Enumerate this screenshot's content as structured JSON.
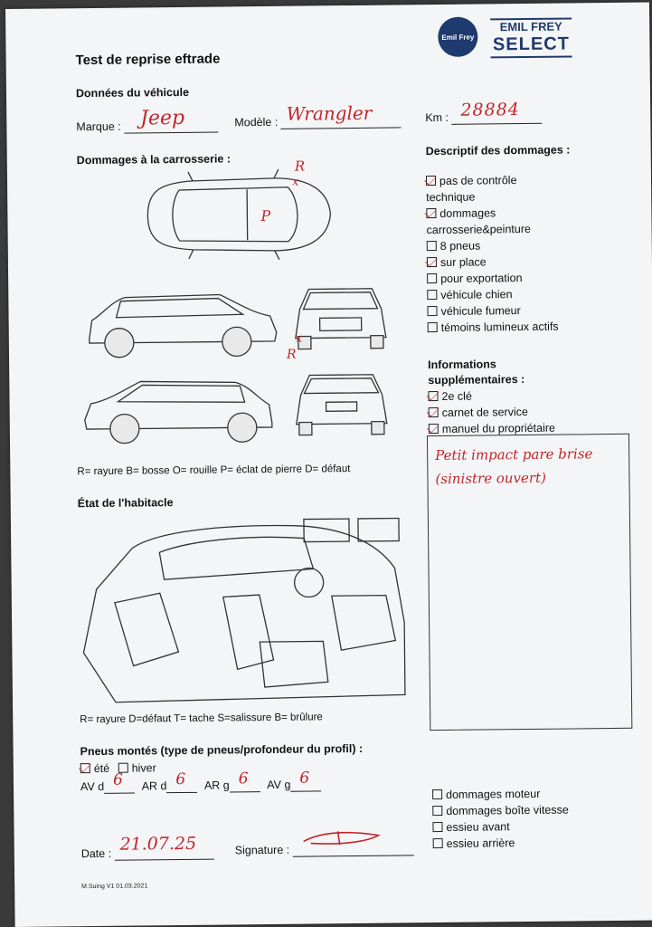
{
  "title": "Test de reprise eftrade",
  "logo": {
    "gear_text": "Emil Frey",
    "brand_line1": "EMIL FREY",
    "brand_line2": "SELECT"
  },
  "vehicle": {
    "section": "Données du véhicule",
    "brand_label": "Marque :",
    "brand_value": "Jeep",
    "model_label": "Modèle :",
    "model_value": "Wrangler",
    "km_label": "Km :",
    "km_value": "28884"
  },
  "body_damage": {
    "section": "Dommages à la carrosserie :",
    "mark_r": "R",
    "mark_p": "P",
    "mark_x": "x",
    "legend": "R= rayure B= bosse O= rouille P= éclat de pierre D= défaut"
  },
  "damage_desc": {
    "section": "Descriptif des dommages :",
    "items": [
      {
        "label": "pas de contrôle",
        "checked": true
      },
      {
        "label": "technique",
        "checked": false,
        "continuation": true
      },
      {
        "label": "dommages",
        "checked": true
      },
      {
        "label": "carrosserie&peinture",
        "checked": false,
        "continuation": true
      },
      {
        "label": "8 pneus",
        "checked": false
      },
      {
        "label": "sur place",
        "checked": true
      },
      {
        "label": "pour exportation",
        "checked": false
      },
      {
        "label": "véhicule chien",
        "checked": false
      },
      {
        "label": "véhicule fumeur",
        "checked": false
      },
      {
        "label": "témoins lumineux actifs",
        "checked": false
      }
    ]
  },
  "extra_info": {
    "section_line1": "Informations",
    "section_line2": "supplémentaires :",
    "items": [
      {
        "label": "2e clé",
        "checked": true
      },
      {
        "label": "carnet de service",
        "checked": true
      },
      {
        "label": "manuel du propriétaire",
        "checked": true
      }
    ],
    "note_line1": "Petit impact pare brise",
    "note_line2": "(sinistre ouvert)"
  },
  "interior": {
    "section": "État de l'habitacle",
    "legend": "R= rayure D=défaut T= tache S=salissure B= brûlure"
  },
  "tires": {
    "section": "Pneus montés (type de pneus/profondeur du profil) :",
    "summer_label": "été",
    "summer_checked": true,
    "winter_label": "hiver",
    "winter_checked": false,
    "av_d_label": "AV d",
    "av_d_value": "6",
    "ar_d_label": "AR d",
    "ar_d_value": "6",
    "ar_g_label": "AR g",
    "ar_g_value": "6",
    "av_g_label": "AV g",
    "av_g_value": "6"
  },
  "mech": {
    "items": [
      {
        "label": "dommages moteur",
        "checked": false
      },
      {
        "label": "dommages boîte vitesse",
        "checked": false
      },
      {
        "label": "essieu avant",
        "checked": false
      },
      {
        "label": "essieu arrière",
        "checked": false
      }
    ]
  },
  "footer": {
    "date_label": "Date :",
    "date_value": "21.07.25",
    "signature_label": "Signature :",
    "version": "M.Suing V1 01.03.2021"
  }
}
